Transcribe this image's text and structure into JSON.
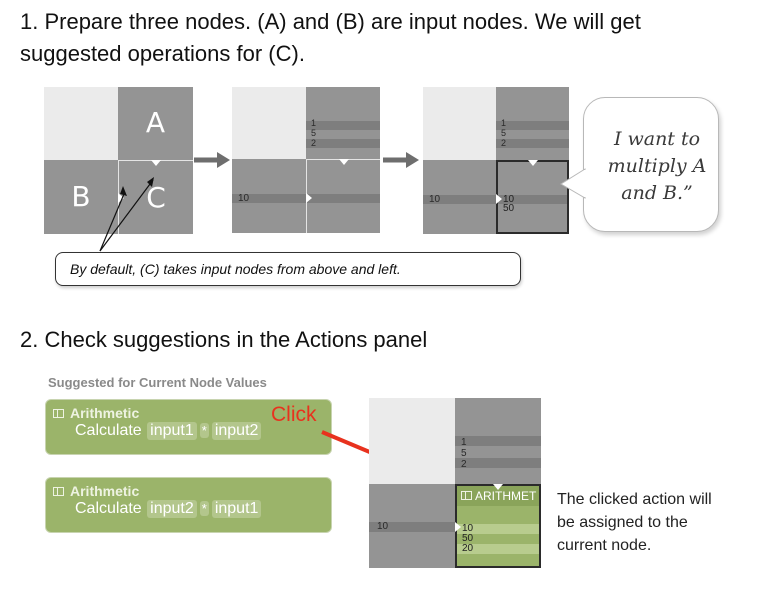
{
  "step1": {
    "line1": "1. Prepare three nodes.  (A) and (B) are input nodes. We will get",
    "line2": "suggested operations for (C)."
  },
  "panel1": {
    "label_a": "A",
    "label_b": "B",
    "label_c": "C"
  },
  "panel2": {
    "values_top": [
      "1",
      "5",
      "2"
    ],
    "value_left": "10"
  },
  "panel3": {
    "values_top": [
      "1",
      "5",
      "2"
    ],
    "value_left": "10",
    "values_current": [
      "10",
      "50"
    ]
  },
  "speech_bubble": {
    "text": "I want to multiply A and B.”"
  },
  "callout": {
    "text": "By default, (C) takes input nodes from above and left."
  },
  "step2": {
    "title": "2. Check suggestions in the Actions panel"
  },
  "actions_panel": {
    "header": "Suggested for Current Node Values",
    "items": [
      {
        "category": "Arithmetic",
        "verb": "Calculate",
        "arg1": "input1",
        "op": "*",
        "arg2": "input2"
      },
      {
        "category": "Arithmetic",
        "verb": "Calculate",
        "arg1": "input2",
        "op": "*",
        "arg2": "input1"
      }
    ],
    "click_label": "Click"
  },
  "result_grid": {
    "values_top": [
      "1",
      "5",
      "2"
    ],
    "value_left": "10",
    "node_title": "ARITHMET",
    "values_current": [
      "10",
      "50",
      "20"
    ]
  },
  "result_caption": {
    "line1": "The clicked action will",
    "line2": "be assigned to the",
    "line3": "current node."
  },
  "colors": {
    "node_dark": "#949494",
    "node_light": "#ebebeb",
    "action_green": "#9bb46a",
    "click_red": "#e8321e"
  }
}
